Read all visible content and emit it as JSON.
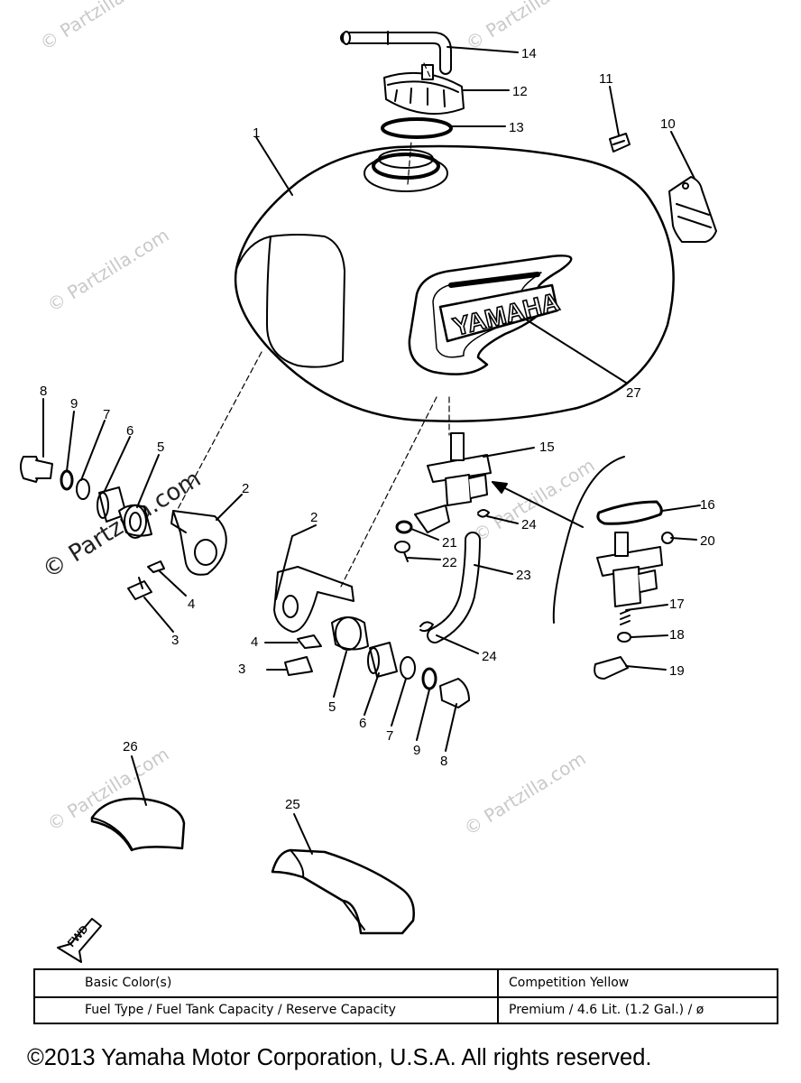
{
  "watermark": "© Partzilla.com",
  "callouts": {
    "c1": "1",
    "c2a": "2",
    "c2b": "2",
    "c3a": "3",
    "c3b": "3",
    "c4a": "4",
    "c4b": "4",
    "c5a": "5",
    "c5b": "5",
    "c6a": "6",
    "c6b": "6",
    "c7a": "7",
    "c7b": "7",
    "c8a": "8",
    "c8b": "8",
    "c9a": "9",
    "c9b": "9",
    "c10": "10",
    "c11": "11",
    "c12": "12",
    "c13": "13",
    "c14": "14",
    "c15": "15",
    "c16": "16",
    "c17": "17",
    "c18": "18",
    "c19": "19",
    "c20": "20",
    "c21": "21",
    "c22": "22",
    "c23": "23",
    "c24a": "24",
    "c24b": "24",
    "c25": "25",
    "c26": "26",
    "c27": "27"
  },
  "tank_logo": "YAMAHA",
  "fwd_label": "FWD",
  "spec_table": {
    "rows": [
      {
        "label": "Basic Color(s)",
        "value": "Competition Yellow"
      },
      {
        "label": "Fuel Type / Fuel Tank Capacity / Reserve Capacity",
        "value": "Premium / 4.6 Lit. (1.2 Gal.) / ø"
      }
    ]
  },
  "copyright": "©2013 Yamaha Motor Corporation, U.S.A. All rights reserved."
}
